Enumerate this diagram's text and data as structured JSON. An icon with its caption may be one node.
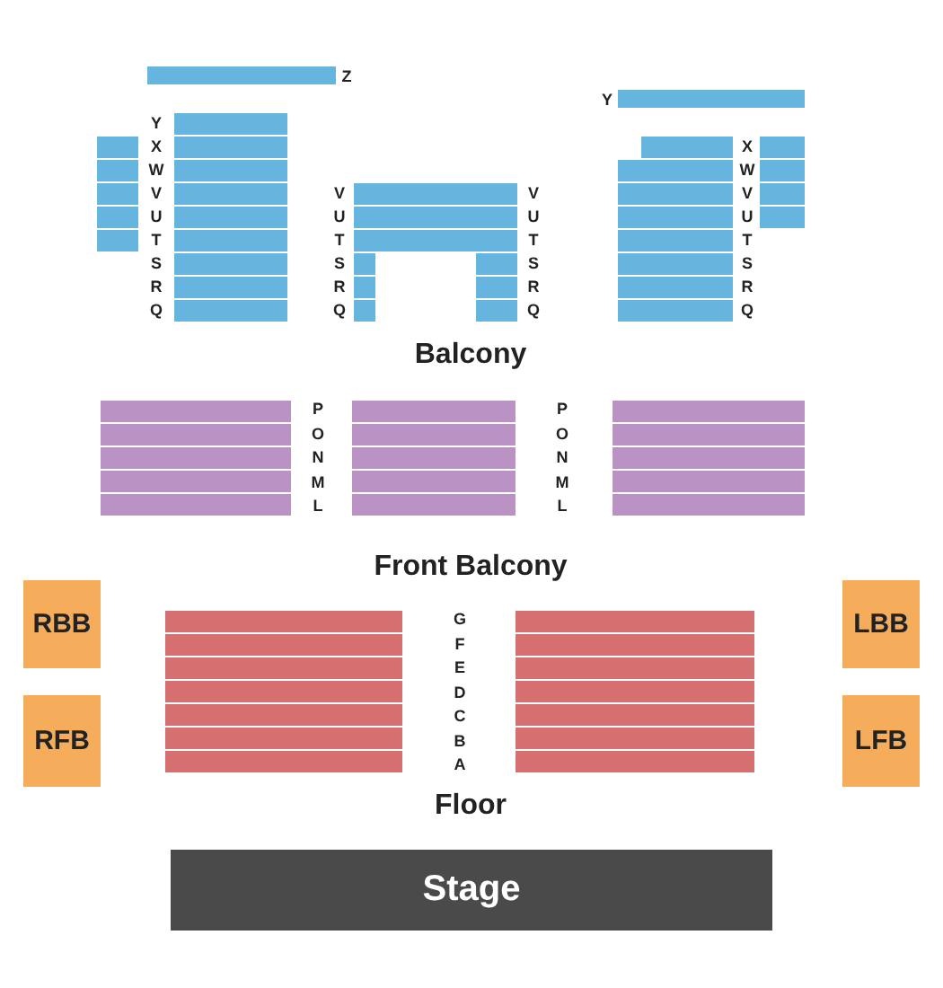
{
  "diagram": {
    "nodes": [
      {
        "text": [
          "RBB"
        ]
      },
      {
        "text": [
          "RFB"
        ]
      },
      {
        "text": [
          "LBB"
        ]
      },
      {
        "text": [
          "LFB"
        ]
      },
      {
        "text": [
          "Stage"
        ]
      }
    ],
    "labels": [
      "Z",
      "Y",
      "Y",
      "X",
      "W",
      "V",
      "U",
      "T",
      "S",
      "R",
      "Q",
      "V",
      "U",
      "T",
      "S",
      "R",
      "Q",
      "V",
      "U",
      "T",
      "S",
      "R",
      "Q",
      "X",
      "W",
      "V",
      "U",
      "T",
      "S",
      "R",
      "Q",
      "Balcony",
      "P",
      "O",
      "N",
      "M",
      "L",
      "P",
      "O",
      "N",
      "M",
      "L",
      "Front Balcony",
      "G",
      "F",
      "E",
      "D",
      "C",
      "B",
      "A",
      "Floor"
    ]
  }
}
